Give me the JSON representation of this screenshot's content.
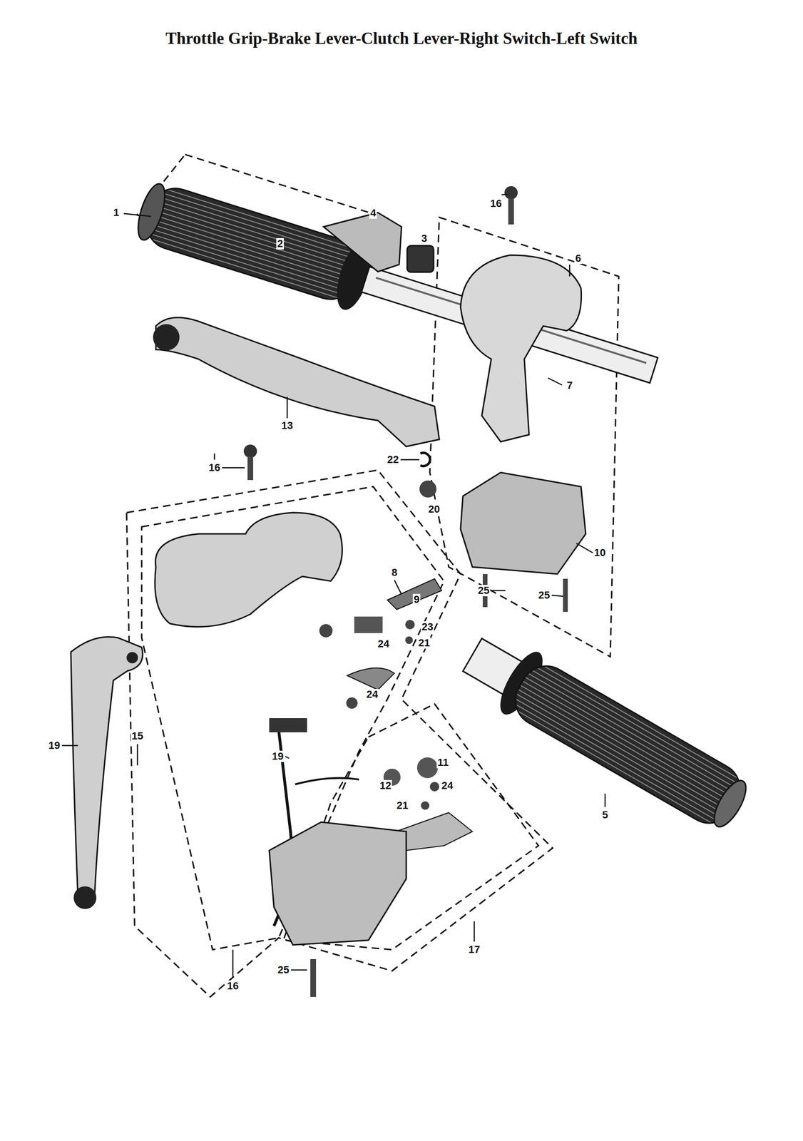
{
  "diagram": {
    "title": "Throttle Grip-Brake Lever-Clutch Lever-Right Switch-Left Switch",
    "labels": [
      "1",
      "2",
      "4",
      "3",
      "16",
      "6",
      "7",
      "13",
      "16",
      "22",
      "20",
      "10",
      "25",
      "25",
      "8",
      "9",
      "23",
      "21",
      "24",
      "24",
      "19",
      "15",
      "19",
      "11",
      "12",
      "24",
      "21",
      "5",
      "17",
      "25",
      "16"
    ]
  }
}
